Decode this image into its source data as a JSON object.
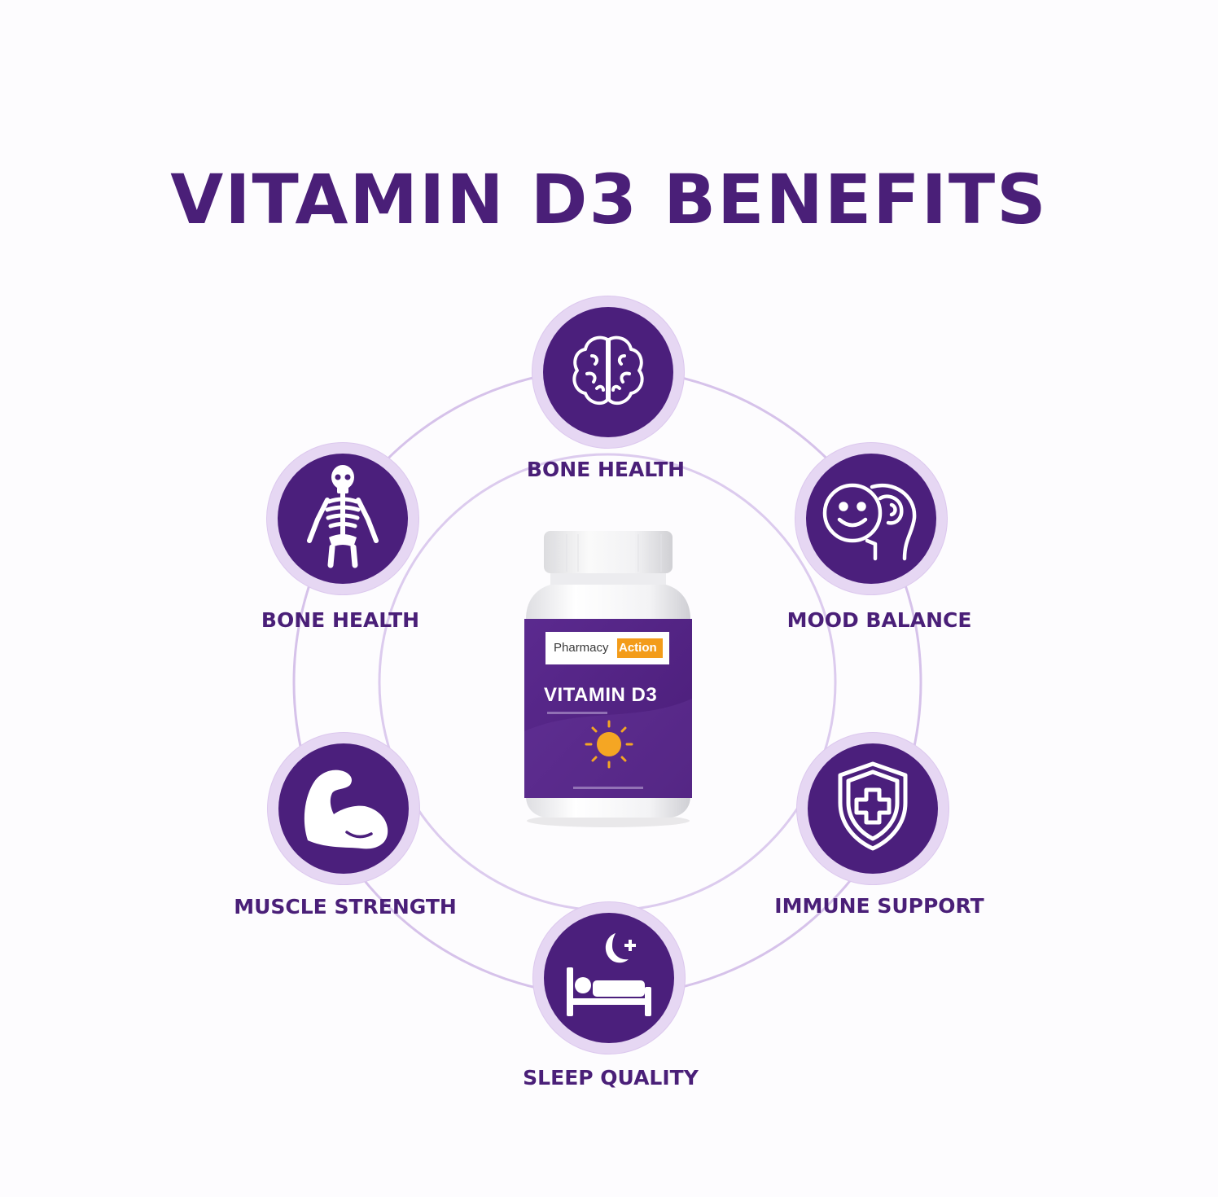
{
  "title": "VITAMIN D3 BENEFITS",
  "colors": {
    "primary": "#4a1f78",
    "ring": "#d3bde9",
    "accent": "#f39c1a"
  },
  "benefits": [
    {
      "label": "BONE HEALTH",
      "icon": "brain-icon"
    },
    {
      "label": "BONE HEALTH",
      "icon": "skeleton-icon"
    },
    {
      "label": "MOOD BALANCE",
      "icon": "mood-face-brain-icon"
    },
    {
      "label": "MUSCLE STRENGTH",
      "icon": "flexed-bicep-icon"
    },
    {
      "label": "IMMUNE SUPPORT",
      "icon": "shield-cross-icon"
    },
    {
      "label": "SLEEP QUALITY",
      "icon": "bed-moon-icon"
    }
  ],
  "product": {
    "brand_left": "Pharmacy",
    "brand_right": "Action",
    "name": "VITAMIN D3"
  }
}
